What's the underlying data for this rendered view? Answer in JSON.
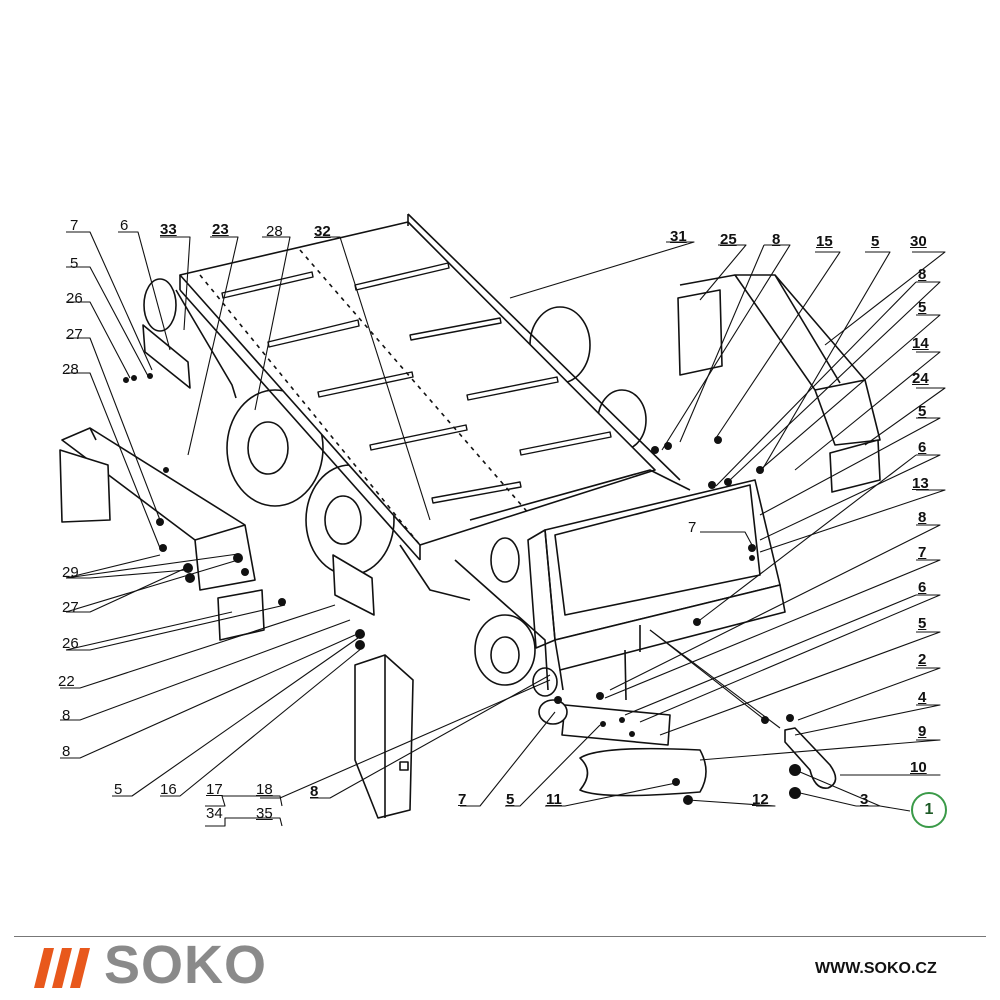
{
  "diagram": {
    "labels": [
      {
        "id": "l7a",
        "text": "7"
      },
      {
        "id": "l6a",
        "text": "6"
      },
      {
        "id": "l33",
        "text": "33"
      },
      {
        "id": "l23",
        "text": "23"
      },
      {
        "id": "l28a",
        "text": "28"
      },
      {
        "id": "l32",
        "text": "32"
      },
      {
        "id": "l31",
        "text": "31"
      },
      {
        "id": "l25",
        "text": "25"
      },
      {
        "id": "l8a",
        "text": "8"
      },
      {
        "id": "l15",
        "text": "15"
      },
      {
        "id": "l5a",
        "text": "5"
      },
      {
        "id": "l30",
        "text": "30"
      },
      {
        "id": "l8b",
        "text": "8"
      },
      {
        "id": "l5b",
        "text": "5"
      },
      {
        "id": "l14",
        "text": "14"
      },
      {
        "id": "l24",
        "text": "24"
      },
      {
        "id": "l5c",
        "text": "5"
      },
      {
        "id": "l6b",
        "text": "6"
      },
      {
        "id": "l13",
        "text": "13"
      },
      {
        "id": "l8c",
        "text": "8"
      },
      {
        "id": "l7b",
        "text": "7"
      },
      {
        "id": "l6c",
        "text": "6"
      },
      {
        "id": "l5d",
        "text": "5"
      },
      {
        "id": "l2",
        "text": "2"
      },
      {
        "id": "l4",
        "text": "4"
      },
      {
        "id": "l9",
        "text": "9"
      },
      {
        "id": "l10",
        "text": "10"
      },
      {
        "id": "l3",
        "text": "3"
      },
      {
        "id": "l12",
        "text": "12"
      },
      {
        "id": "l11",
        "text": "11"
      },
      {
        "id": "l5e",
        "text": "5"
      },
      {
        "id": "l7c",
        "text": "7"
      },
      {
        "id": "l8d",
        "text": "8"
      },
      {
        "id": "l18",
        "text": "18"
      },
      {
        "id": "l17",
        "text": "17"
      },
      {
        "id": "l35",
        "text": "35"
      },
      {
        "id": "l34",
        "text": "34"
      },
      {
        "id": "l16",
        "text": "16"
      },
      {
        "id": "l5f",
        "text": "5"
      },
      {
        "id": "l8e",
        "text": "8"
      },
      {
        "id": "l8f",
        "text": "8"
      },
      {
        "id": "l22",
        "text": "22"
      },
      {
        "id": "l26a",
        "text": "26"
      },
      {
        "id": "l27a",
        "text": "27"
      },
      {
        "id": "l29",
        "text": "29"
      },
      {
        "id": "l28b",
        "text": "28"
      },
      {
        "id": "l27b",
        "text": "27"
      },
      {
        "id": "l26b",
        "text": "26"
      },
      {
        "id": "l5g",
        "text": "5"
      },
      {
        "id": "l7d",
        "text": "7"
      }
    ],
    "callout": "1"
  },
  "footer": {
    "brand": "SOKO",
    "url": "WWW.SOKO.CZ",
    "accent_color": "#e8581c",
    "brand_color": "#8a8a8a"
  }
}
